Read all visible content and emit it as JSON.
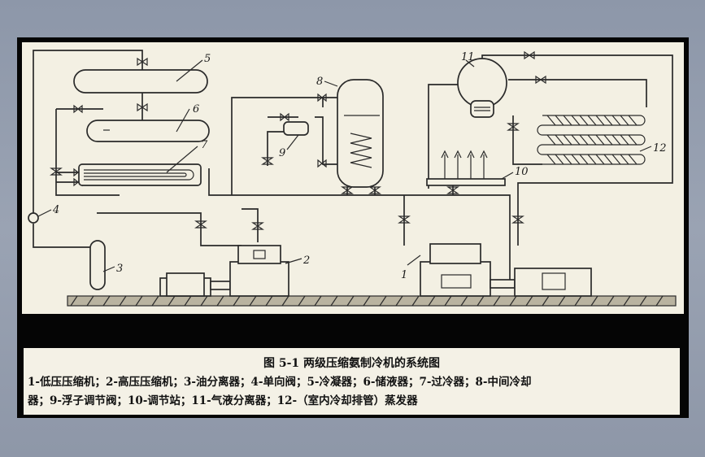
{
  "caption": {
    "title": "图 5-1 两级压缩氨制冷机的系统图",
    "legend_line1": "1-低压压缩机；2-高压压缩机；3-油分离器；4-单向阀；5-冷凝器；6-储液器；7-过冷器；8-中间冷却",
    "legend_line2": "器；9-浮子调节阀；10-调节站；11-气液分离器；12-（室内冷却排管）蒸发器"
  },
  "labels": {
    "n1": "1",
    "n2": "2",
    "n3": "3",
    "n4": "4",
    "n5": "5",
    "n6": "6",
    "n7": "7",
    "n8": "8",
    "n9": "9",
    "n10": "10",
    "n11": "11",
    "n12": "12"
  },
  "colors": {
    "background": "#9aa3b3",
    "frame": "#050505",
    "paper": "#f3f0e3",
    "ink": "#2a2a2a"
  }
}
